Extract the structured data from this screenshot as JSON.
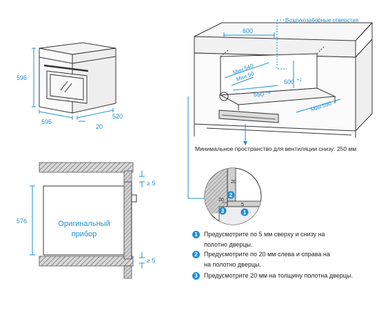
{
  "oven_view": {
    "height_label": "596",
    "width_label": "595",
    "depth_label": "520",
    "panel_label": "20"
  },
  "cabinet": {
    "air_intake_label": "Воздухозаборные отверстия",
    "width_label": "600",
    "min_540": "Мин.540",
    "min_50": "Мин.50",
    "height_label": "600",
    "height_tol": "+2",
    "inner_width": "560",
    "inner_tol": "+8",
    "min_590": "Мин 590",
    "ventilation_note": "Минимальное пространство для вентиляции снизу: 250 мм"
  },
  "section": {
    "device_label_line1": "Оригинальный",
    "device_label_line2": "прибор",
    "height_label": "576",
    "gap_top": "≥ 5",
    "gap_bottom": "≥ 5"
  },
  "detail": {
    "label_20_top": "20",
    "label_20_left": "20",
    "label_5": "5",
    "marker_1": "1",
    "marker_2": "2",
    "marker_3": "3"
  },
  "notes": [
    {
      "number": "1",
      "line1": "Предусмотрите по 5 мм сверху и снизу на",
      "line2": "полотно дверцы."
    },
    {
      "number": "2",
      "line1": "Предусмотрите по 20 мм слева и справа на",
      "line2": "на полотно дверцы."
    },
    {
      "number": "3",
      "line1": "Предусмотрите 20 мм на толщину полотна дверцы.",
      "line2": ""
    }
  ],
  "colors": {
    "accent": "#1f8fd1",
    "hatch": "#888888",
    "line": "#333333"
  }
}
